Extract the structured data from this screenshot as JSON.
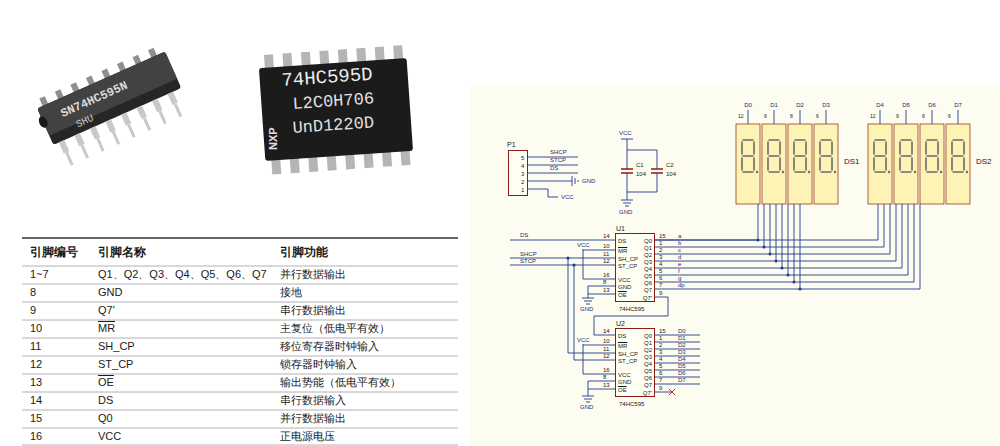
{
  "diagram": {
    "nodes": [
      {
        "text": [
          "P1",
          "5",
          "4",
          "3",
          "2",
          "1"
        ]
      },
      {
        "text": [
          "DS1"
        ]
      },
      {
        "text": [
          "DS2"
        ]
      },
      {
        "text": [
          "U1",
          "74HC595",
          "DS",
          "MR",
          "SH_CP",
          "ST_CP",
          "VCC",
          "GND",
          "OE",
          "Q0",
          "Q1",
          "Q2",
          "Q3",
          "Q4",
          "Q5",
          "Q6",
          "Q7",
          "Q7'"
        ]
      },
      {
        "text": [
          "U2",
          "74HC595",
          "DS",
          "MR",
          "SH_CP",
          "ST_CP",
          "VCC",
          "GND",
          "OE",
          "Q0",
          "Q1",
          "Q2",
          "Q3",
          "Q4",
          "Q5",
          "Q6",
          "Q7",
          "Q7'"
        ]
      }
    ],
    "edges": [
      {
        "from": 3,
        "to": 1,
        "arrow": "none"
      },
      {
        "from": 3,
        "to": 2,
        "arrow": "none"
      },
      {
        "from": 3,
        "to": 4,
        "arrow": "none"
      }
    ],
    "labels": [
      "SN74HC595N",
      "SHU",
      "74HC595D",
      "L2C0H706",
      "UnD1220D",
      "NXP",
      "引脚编号",
      "引脚名称",
      "引脚功能",
      "1~7",
      "Q1、Q2、Q3、Q4、Q5、Q6、Q7",
      "并行数据输出",
      "8",
      "GND",
      "接地",
      "9",
      "Q7'",
      "串行数据输出",
      "10",
      "MR",
      "主复位（低电平有效）",
      "11",
      "SH_CP",
      "移位寄存器时钟输入",
      "12",
      "ST_CP",
      "锁存器时钟输入",
      "13",
      "OE",
      "输出势能（低电平有效）",
      "14",
      "DS",
      "串行数据输入",
      "15",
      "Q0",
      "并行数据输出",
      "16",
      "VCC",
      "正电源电压",
      "SHCP",
      "STCP",
      "DS",
      "GND",
      "VCC",
      "VCC",
      "C1",
      "104",
      "C2",
      "104",
      "GND",
      "D0",
      "D1",
      "D2",
      "D3",
      "D4",
      "D5",
      "D6",
      "D7",
      "12",
      "9",
      "8",
      "6",
      "12",
      "9",
      "8",
      "6",
      "DS",
      "SHCP",
      "STCP",
      "VCC",
      "GND",
      "14",
      "10",
      "11",
      "12",
      "16",
      "8",
      "13",
      "15",
      "1",
      "2",
      "3",
      "4",
      "5",
      "6",
      "7",
      "9",
      "a",
      "b",
      "c",
      "d",
      "e",
      "f",
      "g",
      "dp",
      "VCC",
      "GND",
      "14",
      "10",
      "11",
      "12",
      "16",
      "8",
      "13",
      "15",
      "1",
      "2",
      "3",
      "4",
      "5",
      "6",
      "7",
      "9",
      "D0",
      "D1",
      "D2",
      "D3",
      "D4",
      "D5",
      "D6",
      "D7"
    ]
  }
}
